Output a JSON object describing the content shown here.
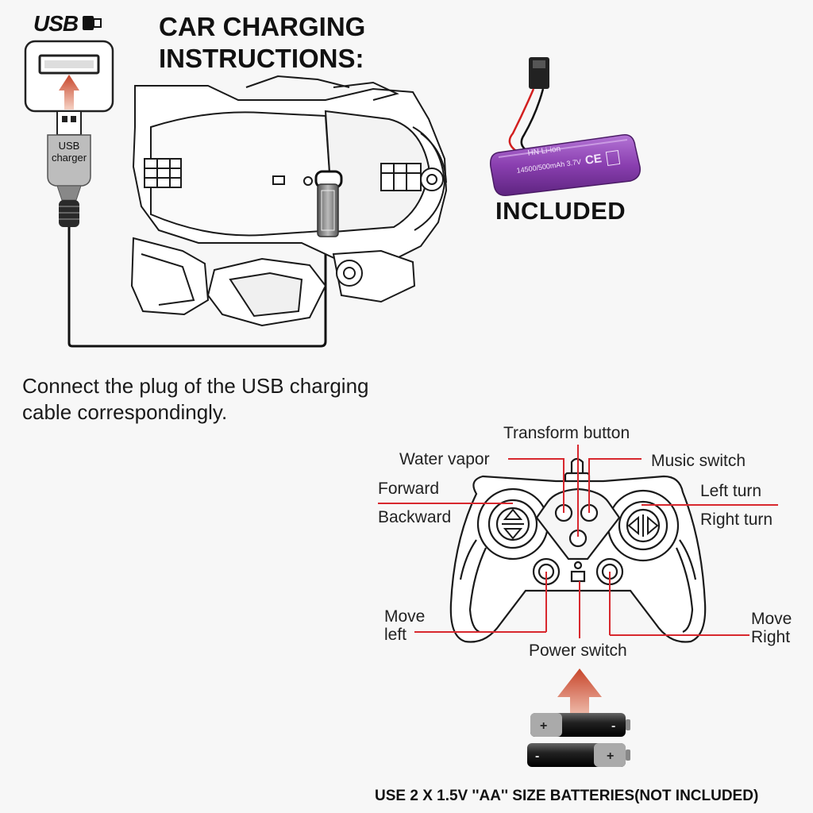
{
  "header": {
    "usb_logo": "USB",
    "title": "CAR CHARGING\nINSTRUCTIONS:"
  },
  "charger": {
    "label": "USB\ncharger"
  },
  "battery": {
    "brand_text": "HN  Li-ion",
    "spec_text": "14500/500mAh 3.7V",
    "cert_text": "CE",
    "included_label": "INCLUDED",
    "color": "#8a3fb0"
  },
  "instruction": "Connect the plug of the USB charging\ncable correspondingly.",
  "controller_labels": {
    "transform": "Transform button",
    "water_vapor": "Water vapor",
    "music_switch": "Music switch",
    "forward": "Forward",
    "backward": "Backward",
    "left_turn": "Left turn",
    "right_turn": "Right turn",
    "move_left": "Move\nleft",
    "move_right": "Move\nRight",
    "power_switch": "Power switch"
  },
  "footer": "USE 2 X 1.5V ''AA'' SIZE BATTERIES(NOT INCLUDED)",
  "colors": {
    "arrow": "#c7452a",
    "leader_line": "#d8282e",
    "line_art": "#1a1a1a"
  }
}
